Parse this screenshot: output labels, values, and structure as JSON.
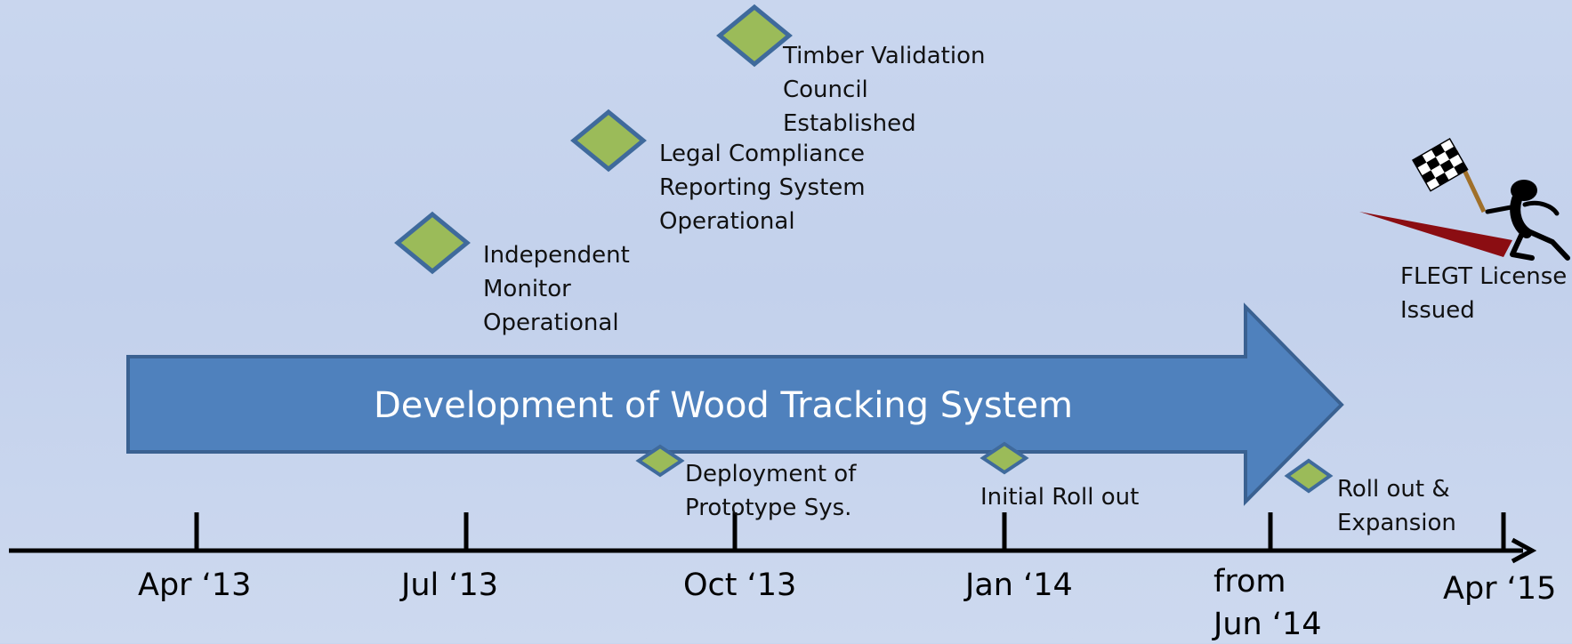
{
  "banner": {
    "text": "Development of Wood Tracking System"
  },
  "milestones": {
    "timber_validation": [
      "Timber Validation",
      "Council",
      "Established"
    ],
    "legal_compliance": [
      "Legal Compliance",
      "Reporting System",
      "Operational"
    ],
    "independent_monitor": [
      "Independent",
      "Monitor",
      "Operational"
    ],
    "flegt_license": [
      "FLEGT License",
      "Issued"
    ]
  },
  "phases": {
    "prototype": [
      "Deployment of",
      "Prototype Sys."
    ],
    "initial_rollout": [
      "Initial Roll out"
    ],
    "expansion": [
      "Roll out &",
      "Expansion"
    ]
  },
  "axis": {
    "ticks": [
      "Apr ‘13",
      "Jul ‘13",
      "Oct ‘13",
      "Jan ‘14",
      "from",
      "Jun ‘14",
      "Apr ‘15"
    ]
  },
  "colors": {
    "diamond_fill": "#9bbb59",
    "diamond_stroke": "#3f6a9c",
    "banner_fill": "#4f81bd",
    "banner_stroke": "#3a6191",
    "carpet": "#8b0d12"
  }
}
